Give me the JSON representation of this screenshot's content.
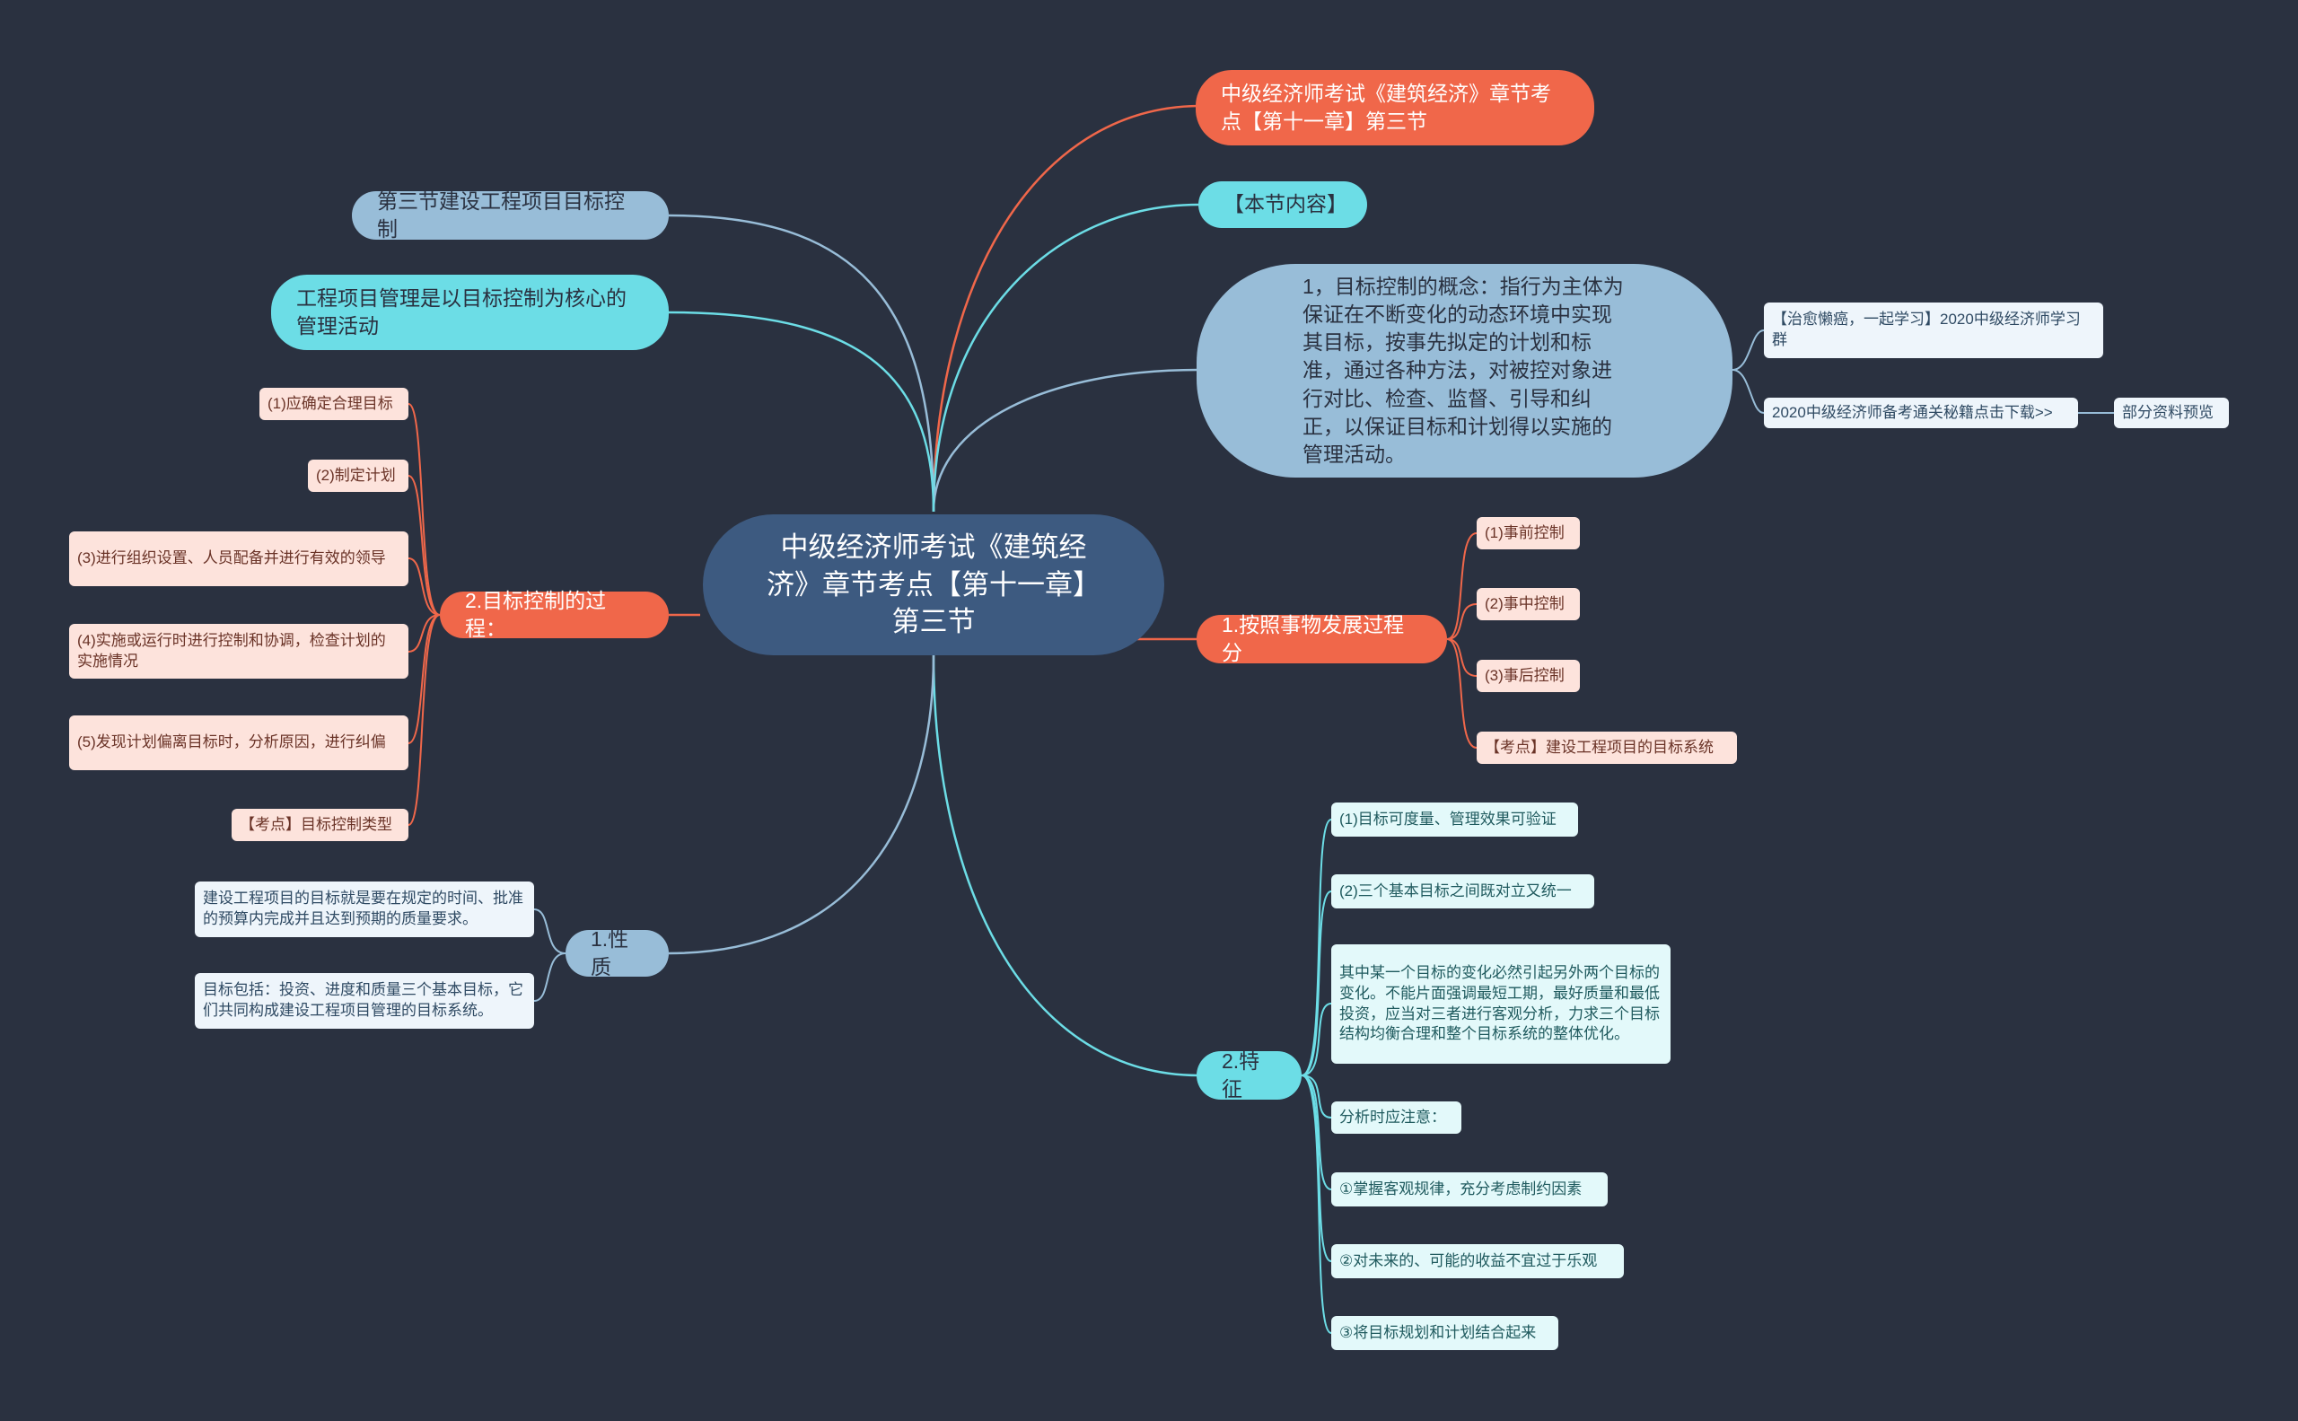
{
  "colors": {
    "background": "#2a3140",
    "root": "#3d5a80",
    "orange": "#f0674a",
    "blue": "#98bdd8",
    "cyan": "#6cdde6",
    "leaf_orange": "#fde3dc",
    "leaf_blue": "#eef5fb",
    "leaf_cyan": "#e3f9fa"
  },
  "mindmap": {
    "root": "中级经济师考试《建筑经济》章节考点【第十一章】第三节",
    "right": {
      "title_node": "中级经济师考试《建筑经济》章节考点【第十一章】第三节",
      "section_content": "【本节内容】",
      "concept": "1，目标控制的概念：指行为主体为保证在不断变化的动态环境中实现其目标，按事先拟定的计划和标准，通过各种方法，对被控对象进行对比、检查、监督、引导和纠正，以保证目标和计划得以实施的管理活动。",
      "concept_children": [
        "【治愈懒癌，一起学习】2020中级经济师学习群",
        "2020中级经济师备考通关秘籍点击下载>>"
      ],
      "concept_grandchild": "部分资料预览",
      "process_dev": "1.按照事物发展过程分",
      "process_dev_children": [
        "(1)事前控制",
        "(2)事中控制",
        "(3)事后控制",
        "【考点】建设工程项目的目标系统"
      ],
      "features": "2.特征",
      "features_children": [
        "(1)目标可度量、管理效果可验证",
        "(2)三个基本目标之间既对立又统一",
        "其中某一个目标的变化必然引起另外两个目标的变化。不能片面强调最短工期，最好质量和最低投资，应当对三者进行客观分析，力求三个目标结构均衡合理和整个目标系统的整体优化。",
        "分析时应注意：",
        "①掌握客观规律，充分考虑制约因素",
        "②对未来的、可能的收益不宜过于乐观",
        "③将目标规划和计划结合起来"
      ]
    },
    "left": {
      "section_title": "第三节建设工程项目目标控制",
      "core": "工程项目管理是以目标控制为核心的管理活动",
      "process": "2.目标控制的过程：",
      "process_children": [
        "(1)应确定合理目标",
        "(2)制定计划",
        "(3)进行组织设置、人员配备并进行有效的领导",
        "(4)实施或运行时进行控制和协调，检查计划的实施情况",
        "(5)发现计划偏离目标时，分析原因，进行纠偏",
        "【考点】目标控制类型"
      ],
      "nature": "1.性质",
      "nature_children": [
        "建设工程项目的目标就是要在规定的时间、批准的预算内完成并且达到预期的质量要求。",
        "目标包括：投资、进度和质量三个基本目标，它们共同构成建设工程项目管理的目标系统。"
      ]
    }
  }
}
